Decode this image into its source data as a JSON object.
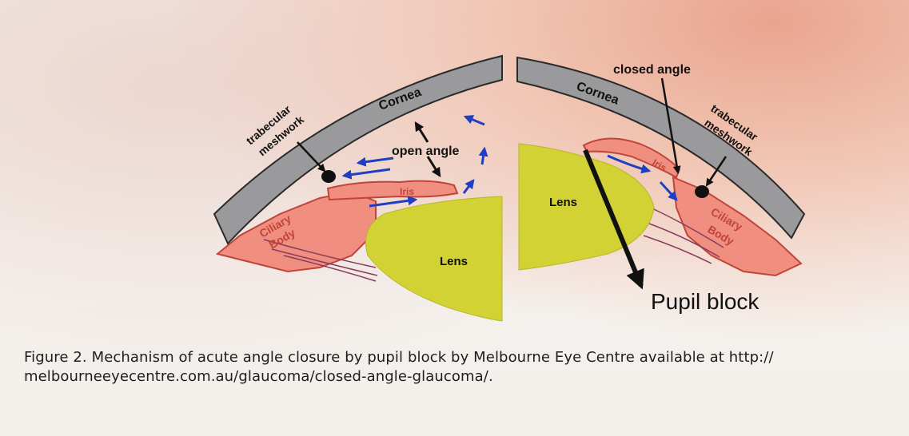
{
  "labels": {
    "cornea_left": "Cornea",
    "cornea_right": "Cornea",
    "trabecular_left_1": "trabecular",
    "trabecular_left_2": "meshwork",
    "trabecular_right_1": "trabecular",
    "trabecular_right_2": "meshwork",
    "open_angle": "open angle",
    "closed_angle": "closed angle",
    "iris_left": "Iris",
    "iris_right": "Iris",
    "ciliary_left_1": "Ciliary",
    "ciliary_left_2": "Body",
    "ciliary_right_1": "Ciliary",
    "ciliary_right_2": "Body",
    "lens_left": "Lens",
    "lens_right": "Lens",
    "pupil_block": "Pupil block"
  },
  "caption": {
    "line1": "Figure 2. Mechanism of acute angle closure by pupil block by Melbourne Eye Centre available at http://",
    "line2": "melbourneeyecentre.com.au/glaucoma/closed-angle-glaucoma/."
  },
  "colors": {
    "cornea": "#9a9a9c",
    "tissue": "#f08f80",
    "tissue_edge": "#c0443a",
    "lens": "#d2d235",
    "arrow_blue": "#1f3fc2",
    "text": "#111111"
  }
}
